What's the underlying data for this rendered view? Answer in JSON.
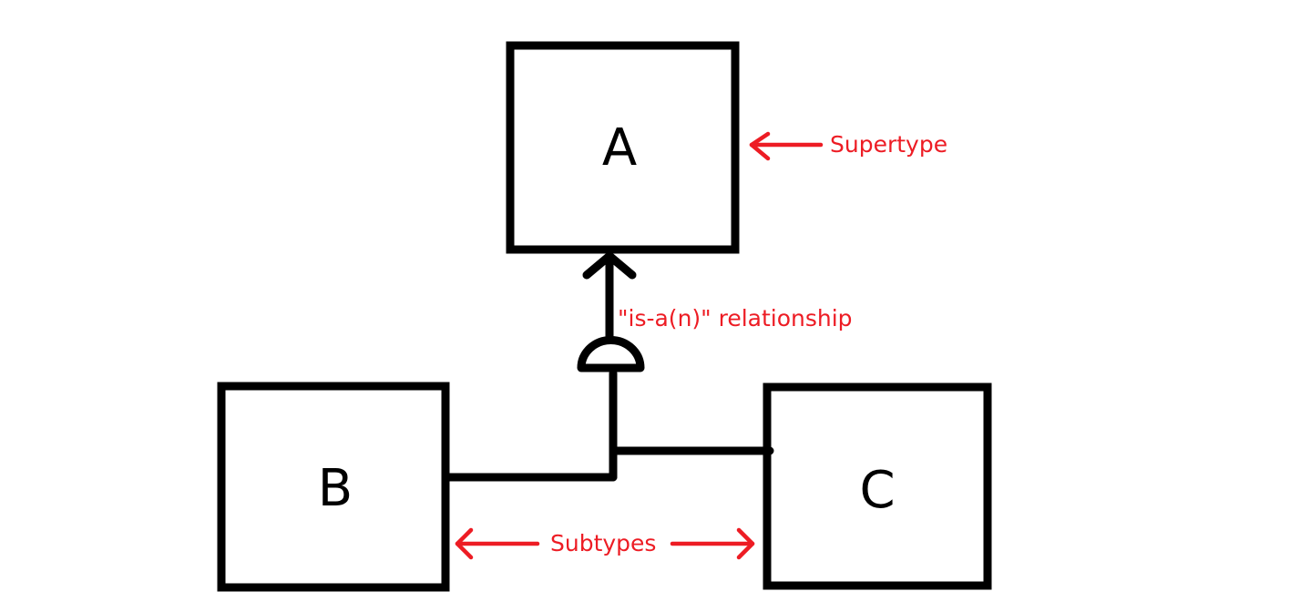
{
  "diagram": {
    "entities": {
      "a": {
        "label": "A",
        "role": "supertype"
      },
      "b": {
        "label": "B",
        "role": "subtype"
      },
      "c": {
        "label": "C",
        "role": "subtype"
      }
    },
    "annotations": {
      "supertype": "Supertype",
      "relationship": "\"is-a(n)\" relationship",
      "subtypes": "Subtypes"
    },
    "colors": {
      "lines": "#000000",
      "annotation": "#ed1c24"
    }
  }
}
